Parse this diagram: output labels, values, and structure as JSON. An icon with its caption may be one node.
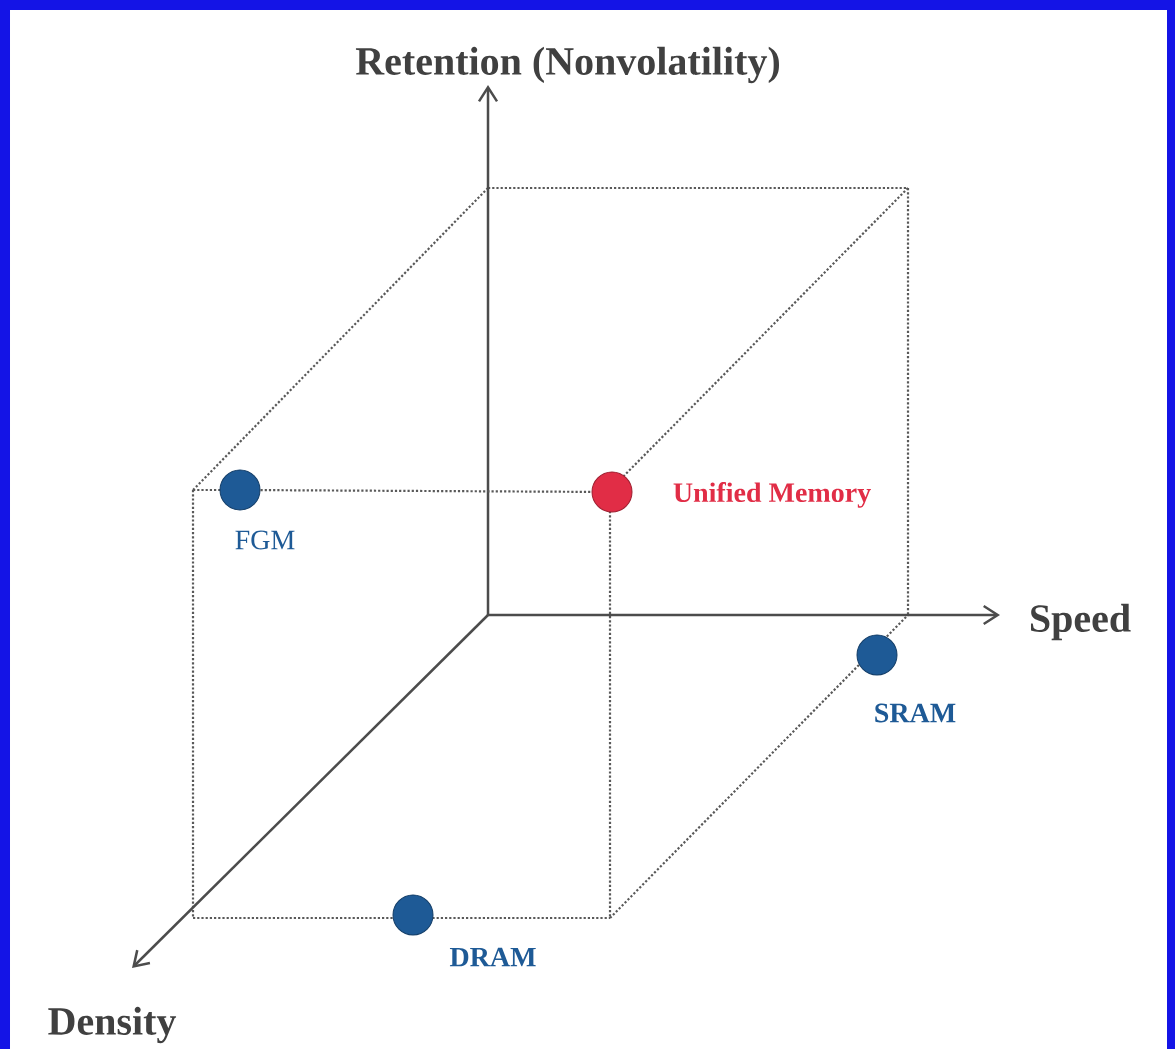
{
  "diagram": {
    "nodes": [
      {
        "text": [],
        "shape": "circle",
        "beside": [
          "FGM"
        ]
      },
      {
        "text": [],
        "shape": "circle",
        "beside": [
          "Unified  Memory"
        ]
      },
      {
        "text": [],
        "shape": "circle",
        "beside": [
          "SRAM"
        ]
      },
      {
        "text": [],
        "shape": "circle",
        "beside": [
          "DRAM"
        ]
      }
    ],
    "edges": [
      {
        "from": 0,
        "to": 1,
        "arrow": "none",
        "style": "dashed"
      }
    ],
    "labels": [
      "Retention (Nonvolatility)",
      "Speed",
      "Density"
    ]
  }
}
